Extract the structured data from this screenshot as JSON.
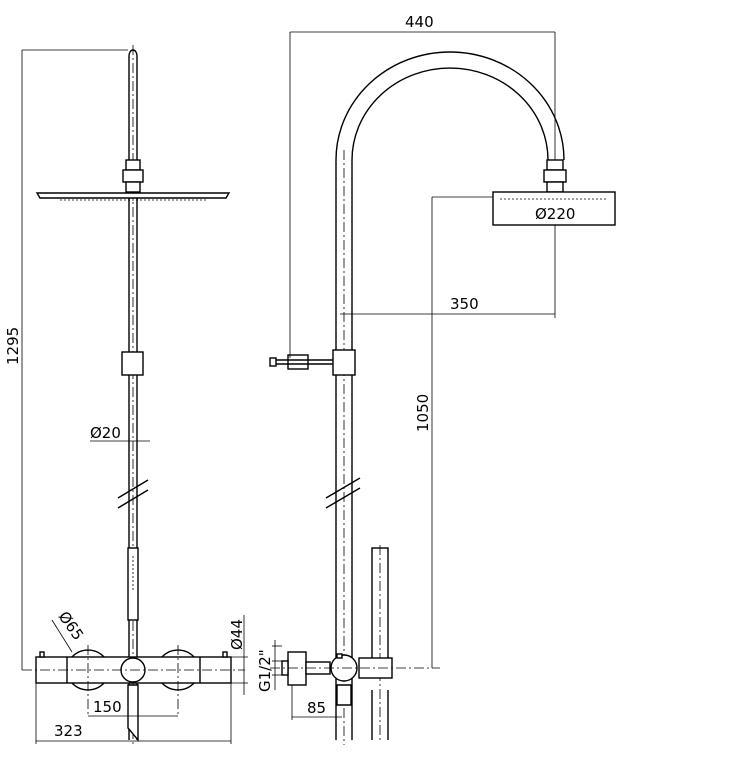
{
  "dimensions": {
    "total_height": "1295",
    "riser_diameter": "Ø20",
    "knob_diameter": "Ø65",
    "body_diameter": "Ø44",
    "knob_spacing": "150",
    "body_width": "323",
    "arm_reach": "440",
    "head_diameter": "Ø220",
    "head_offset": "350",
    "head_height": "1050",
    "inlet_thread": "G1/2\"",
    "wall_projection": "85"
  }
}
